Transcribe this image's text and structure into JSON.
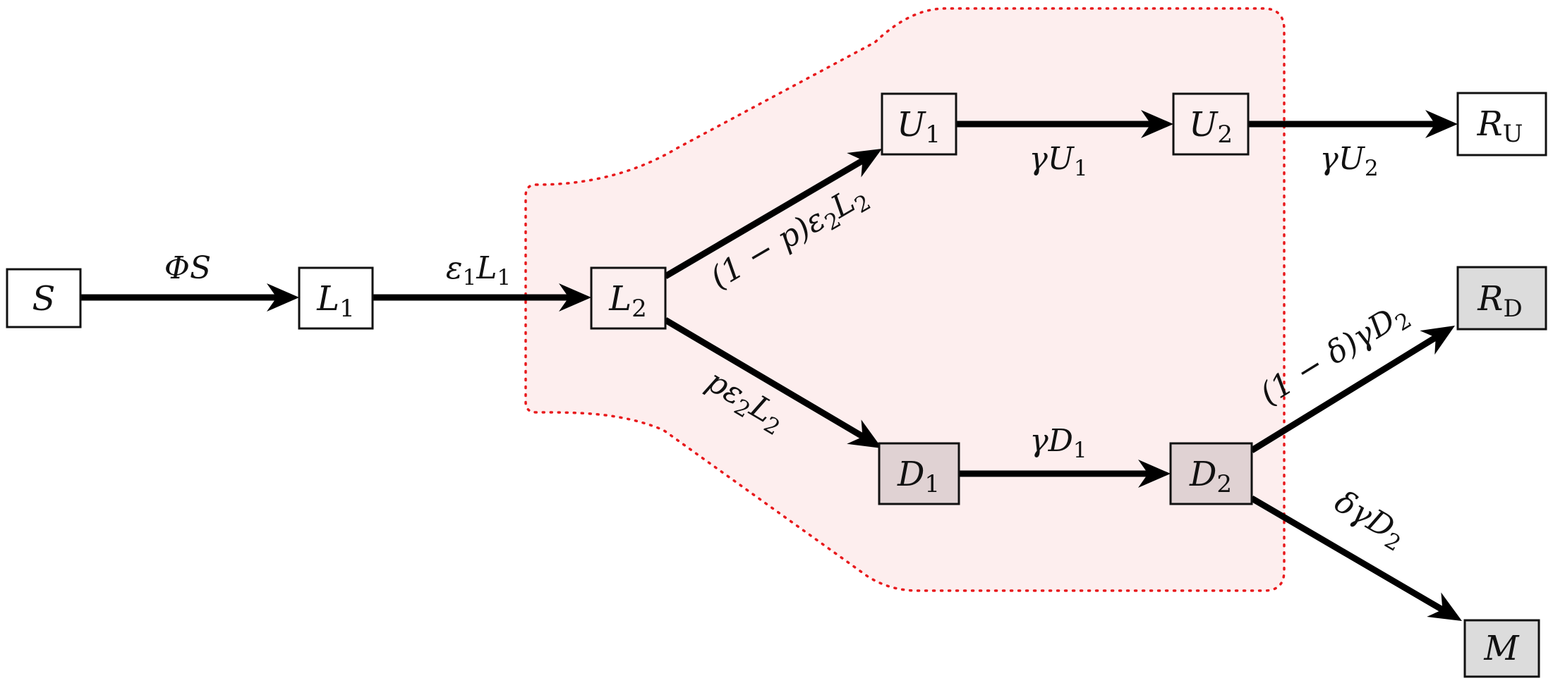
{
  "colors": {
    "region_fill": "#fdeeee",
    "region_border": "#e8191c",
    "node_fill_default": "#ffffff",
    "node_fill_region": "#fcefef",
    "node_fill_dead": "#e0d2d3",
    "node_fill_gray": "#dcdcdc"
  },
  "nodes": {
    "S": {
      "main": "S",
      "sub": ""
    },
    "L1": {
      "main": "L",
      "sub": "1"
    },
    "L2": {
      "main": "L",
      "sub": "2"
    },
    "U1": {
      "main": "U",
      "sub": "1"
    },
    "U2": {
      "main": "U",
      "sub": "2"
    },
    "RU": {
      "main": "R",
      "sub": "U"
    },
    "D1": {
      "main": "D",
      "sub": "1"
    },
    "D2": {
      "main": "D",
      "sub": "2"
    },
    "RD": {
      "main": "R",
      "sub": "D"
    },
    "M": {
      "main": "M",
      "sub": ""
    }
  },
  "edges": {
    "S_L1": {
      "parts": [
        "ΦS"
      ]
    },
    "L1_L2": {
      "parts": [
        "ε",
        "1",
        "L",
        "1"
      ]
    },
    "L2_U1": {
      "parts": [
        "(1 − p)ε",
        "2",
        "L",
        "2"
      ]
    },
    "L2_D1": {
      "parts": [
        "pε",
        "2",
        "L",
        "2"
      ]
    },
    "U1_U2": {
      "parts": [
        "γU",
        "1"
      ]
    },
    "U2_RU": {
      "parts": [
        "γU",
        "2"
      ]
    },
    "D1_D2": {
      "parts": [
        "γD",
        "1"
      ]
    },
    "D2_RD": {
      "parts": [
        "(1 − δ)γD",
        "2"
      ]
    },
    "D2_M": {
      "parts": [
        "δγD",
        "2"
      ]
    }
  }
}
